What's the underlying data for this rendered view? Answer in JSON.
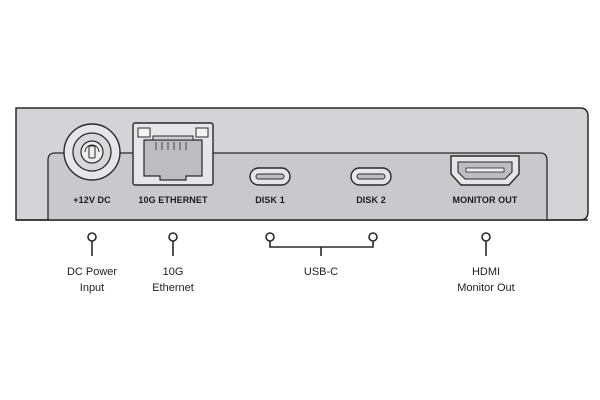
{
  "ports": {
    "dc": "+12V DC",
    "ethernet": "10G ETHERNET",
    "disk1": "DISK 1",
    "disk2": "DISK 2",
    "monitor": "MONITOR OUT"
  },
  "callouts": {
    "dc": [
      "DC Power",
      "Input"
    ],
    "ethernet": [
      "10G",
      "Ethernet"
    ],
    "usbc": "USB-C",
    "hdmi": [
      "HDMI",
      "Monitor Out"
    ]
  },
  "colors": {
    "device_fill": "#d4d4d6",
    "device_face": "#c9c9cb",
    "outline": "#2a2a2a",
    "text": "#1e1e1e"
  }
}
